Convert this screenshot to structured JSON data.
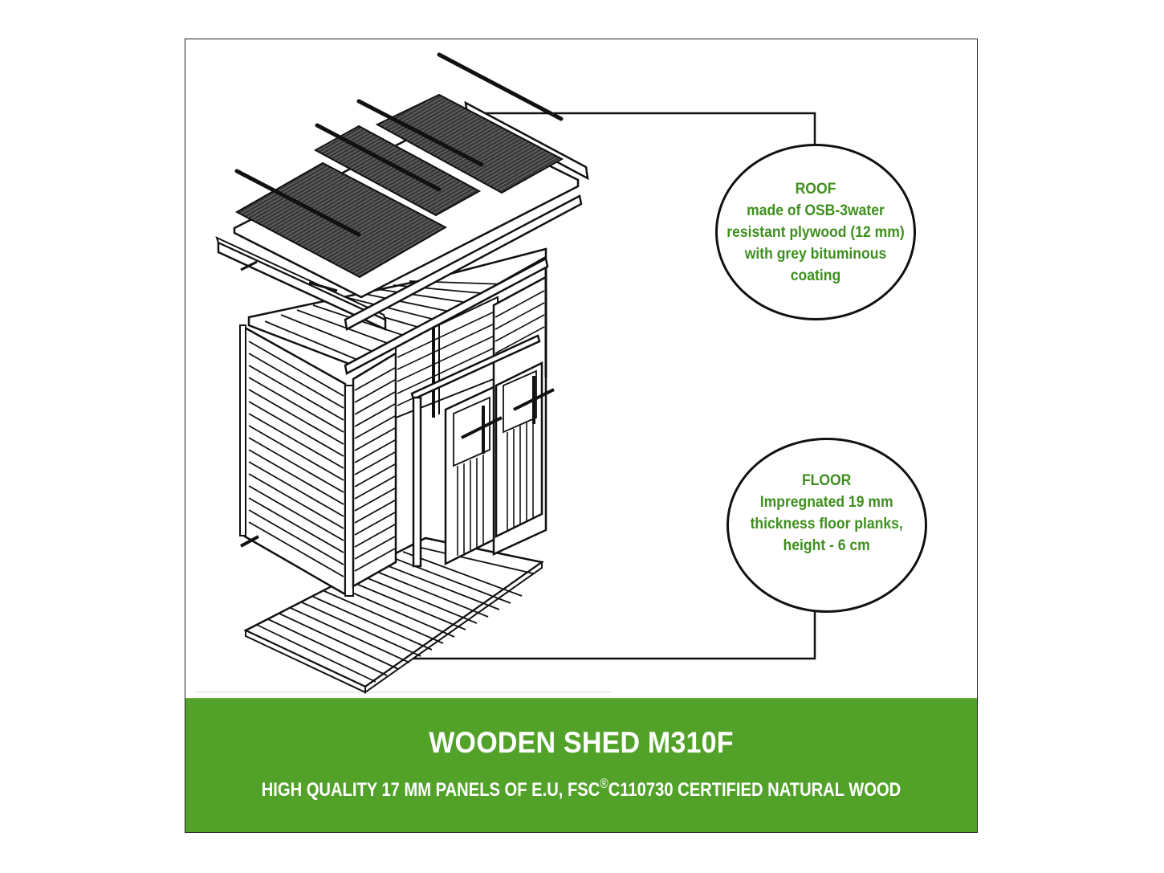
{
  "diagram": {
    "subject": "exploded isometric view of wooden garden shed",
    "parts": [
      "roof panels",
      "roof trims",
      "roof frame",
      "wall panels",
      "double doors",
      "floor"
    ]
  },
  "callouts": {
    "roof": {
      "title": "ROOF",
      "lines": [
        "made of OSB-3water",
        "resistant plywood (12 mm)",
        "with grey bituminous",
        "coating"
      ]
    },
    "floor": {
      "title": "FLOOR",
      "lines": [
        "Impregnated 19 mm",
        "thickness floor planks,",
        "height - 6 cm"
      ]
    }
  },
  "banner": {
    "title": "WOODEN SHED M310F",
    "subtitle_before": "HIGH QUALITY 17 MM PANELS OF E.U, FSC",
    "subtitle_mark": "®",
    "subtitle_after": "C110730 CERTIFIED NATURAL WOOD"
  },
  "colors": {
    "banner_green": "#52a22a",
    "callout_text_green": "#3f8f1f",
    "line_black": "#111111"
  }
}
